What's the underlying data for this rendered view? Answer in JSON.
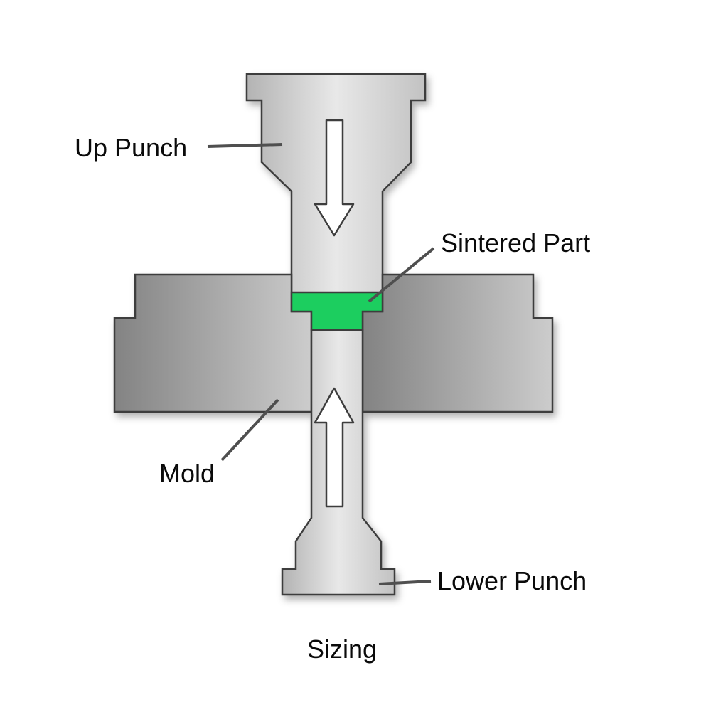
{
  "title": "Sizing",
  "labels": {
    "up_punch": "Up Punch",
    "sintered_part": "Sintered Part",
    "mold": "Mold",
    "lower_punch": "Lower Punch"
  },
  "colors": {
    "background": "#ffffff",
    "punch_dark": "#b3b3b3",
    "punch_light": "#e8e8e8",
    "punch_end": "#c2c2c2",
    "mold_dark": "#838383",
    "mold_light": "#cccccc",
    "sintered_part": "#1bce5f",
    "outline": "#3d3d3d",
    "arrow_fill": "#ffffff",
    "leader_line": "#4f4f4f",
    "text": "#0a0a0a"
  }
}
